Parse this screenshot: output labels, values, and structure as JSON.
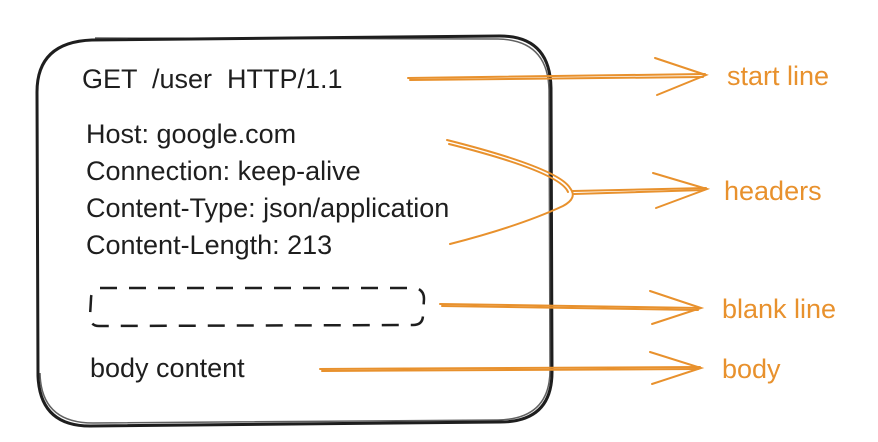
{
  "request": {
    "start_line": "GET  /user  HTTP/1.1",
    "headers": [
      "Host: google.com",
      "Connection: keep-alive",
      "Content-Type: json/application",
      "Content-Length: 213"
    ],
    "body": "body content"
  },
  "labels": {
    "start_line": "start line",
    "headers": "headers",
    "blank_line": "blank line",
    "body": "body"
  },
  "colors": {
    "ink": "#1e1e1e",
    "accent": "#e8912d"
  }
}
